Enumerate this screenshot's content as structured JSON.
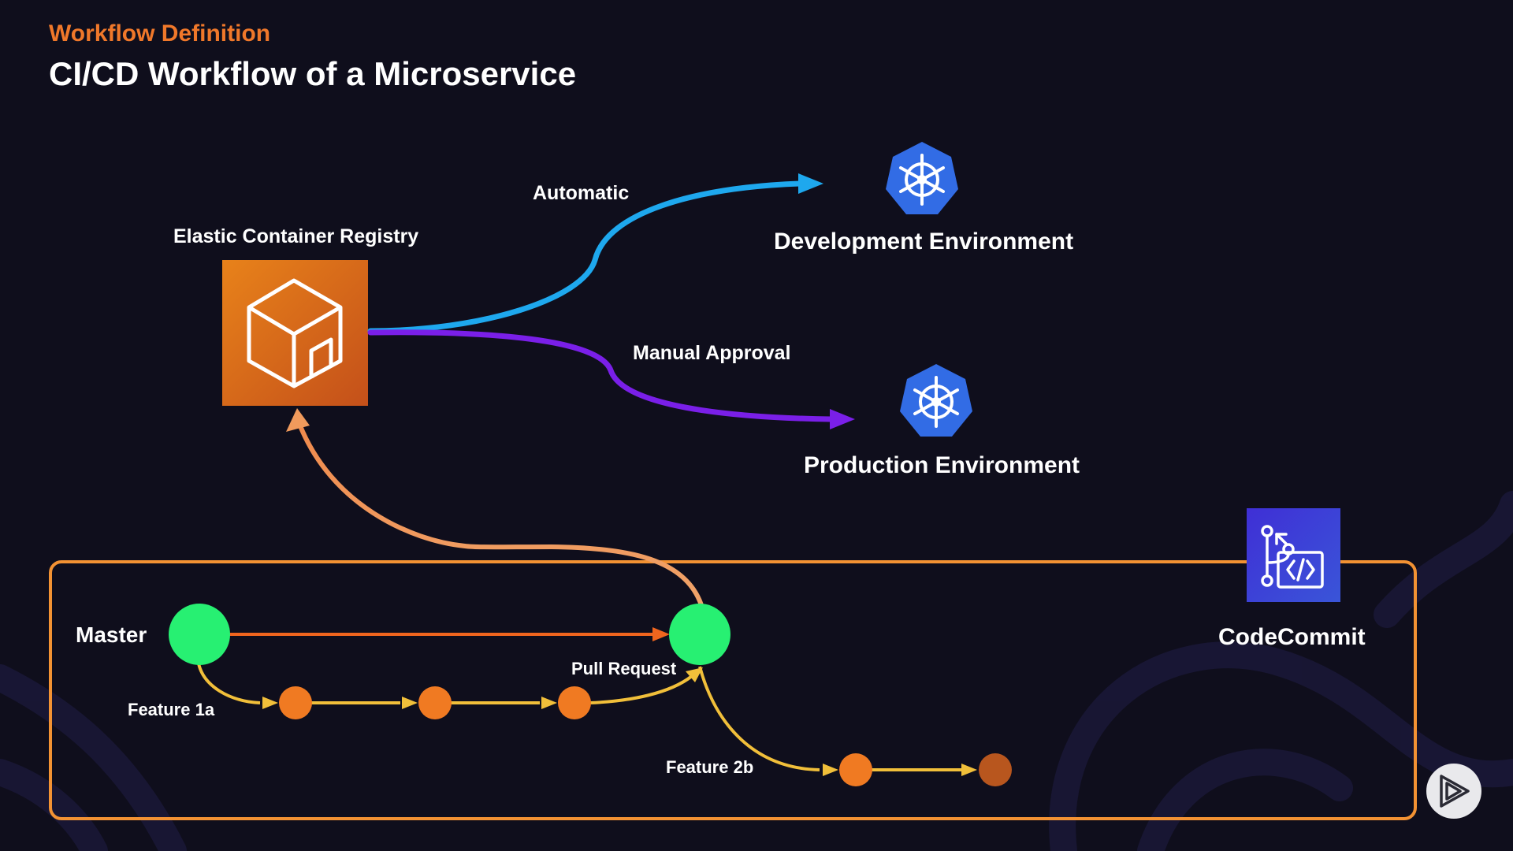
{
  "header": {
    "section": "Workflow Definition",
    "title": "CI/CD Workflow of a Microservice"
  },
  "registry": {
    "label": "Elastic Container Registry",
    "icon": "container-registry-icon"
  },
  "flows": {
    "automatic": "Automatic",
    "manual": "Manual Approval"
  },
  "environments": {
    "development": {
      "label": "Development Environment",
      "icon": "kubernetes-helm-icon"
    },
    "production": {
      "label": "Production Environment",
      "icon": "kubernetes-helm-icon"
    }
  },
  "repository": {
    "label": "CodeCommit",
    "icon": "codecommit-icon",
    "branches": {
      "master": "Master",
      "feature1": "Feature 1a",
      "pull_request": "Pull Request",
      "feature2": "Feature 2b"
    }
  },
  "player": {
    "icon": "play-logo-icon"
  },
  "colors": {
    "background": "#0f0e1c",
    "accent_orange": "#f0782a",
    "registry_orange": "#e06a17",
    "master_green": "#27f072",
    "commit_orange": "#f07a22",
    "automatic_blue": "#1ea8ee",
    "manual_purple": "#7a1fe8",
    "kubernetes_blue": "#326ce5",
    "codecommit_blue": "#3a3ccf"
  }
}
